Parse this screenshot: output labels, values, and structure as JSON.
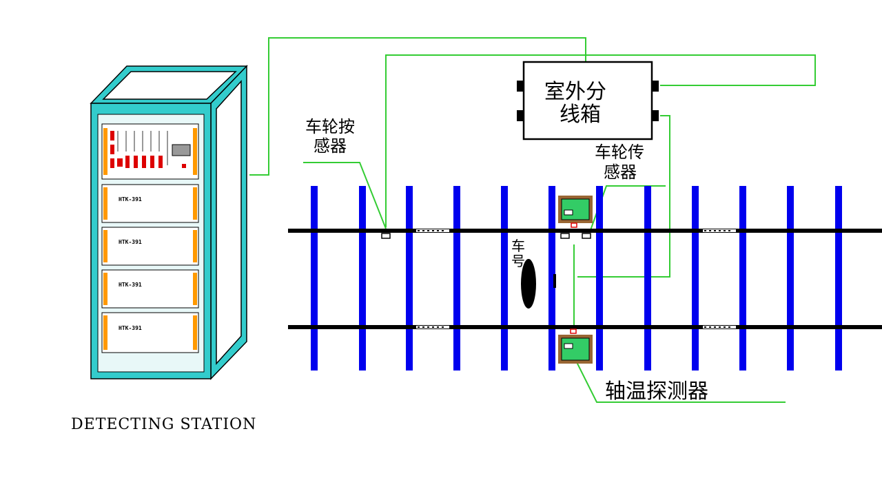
{
  "station": {
    "caption": "DETECTING STATION",
    "unit_labels": [
      "HTK-391",
      "HTK-391",
      "HTK-391",
      "HTK-391"
    ]
  },
  "junction_box": {
    "label_line1": "室外分",
    "label_line2": "线箱"
  },
  "sensors": {
    "left_label_line1": "车轮按",
    "left_label_line2": "感器",
    "right_label_line1": "车轮传",
    "right_label_line2": "感器"
  },
  "car_number": {
    "label_line1": "车",
    "label_line2": "号"
  },
  "detector": {
    "label": "轴温探测器"
  },
  "colors": {
    "cabinet": "#33cccc",
    "wire": "#33cc33",
    "sleeper": "#0000ee",
    "rail": "#000000",
    "detector_fill": "#33cc66",
    "detector_frame": "#996633",
    "box_border": "#000000"
  }
}
